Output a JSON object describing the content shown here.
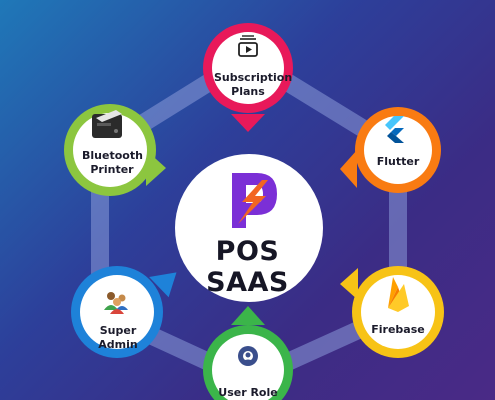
{
  "center": {
    "title": "POS SAAS",
    "logo_icon": "lightning-p-logo-icon",
    "logo_colors": [
      "#7b2fd6",
      "#f26522"
    ]
  },
  "nodes": [
    {
      "id": "subscription",
      "label": "Subscription Plans",
      "icon": "video-list-icon",
      "ring_color": "#e8195a"
    },
    {
      "id": "flutter",
      "label": "Flutter",
      "icon": "flutter-icon",
      "ring_color": "#f97b12"
    },
    {
      "id": "firebase",
      "label": "Firebase",
      "icon": "firebase-icon",
      "ring_color": "#f7c316"
    },
    {
      "id": "user-role",
      "label": "User Role",
      "icon": "user-gear-icon",
      "ring_color": "#3bb54a"
    },
    {
      "id": "super-admin",
      "label": "Super Admin",
      "icon": "admin-group-icon",
      "ring_color": "#1e82d9"
    },
    {
      "id": "bluetooth-printer",
      "label": "Bluetooth Printer",
      "icon": "receipt-printer-icon",
      "ring_color": "#8cc63f"
    }
  ],
  "colors": {
    "hexagon_frame": "#8a9bd8",
    "background_start": "#1f78b8",
    "background_end": "#4a2a86"
  }
}
